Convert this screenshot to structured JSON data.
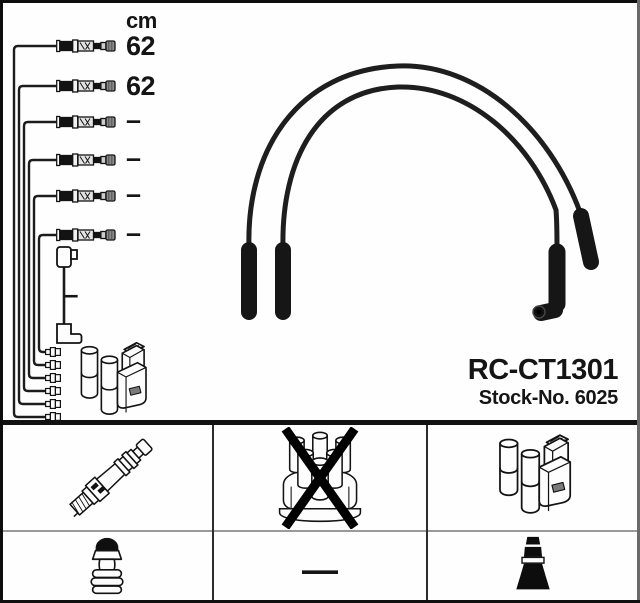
{
  "product": {
    "part_number": "RC-CT1301",
    "stock_number": "Stock-No. 6025"
  },
  "measurements": {
    "unit_label": "cm",
    "rows": [
      {
        "value": "62"
      },
      {
        "value": "62"
      },
      {
        "value": "–"
      },
      {
        "value": "–"
      },
      {
        "value": "–"
      },
      {
        "value": "–"
      }
    ],
    "link_cable_value": "–"
  },
  "legend": {
    "cells": [
      {
        "icon": "spark-plug-icon"
      },
      {
        "icon": "distributor-cap-crossed-icon"
      },
      {
        "icon": "ignition-coil-icon"
      },
      {
        "icon": "terminal-nut-icon"
      },
      {
        "label": "—"
      },
      {
        "icon": "boot-connector-icon"
      }
    ]
  },
  "colors": {
    "ink": "#111111",
    "cable": "#1c1c1c",
    "background": "#ffffff"
  }
}
